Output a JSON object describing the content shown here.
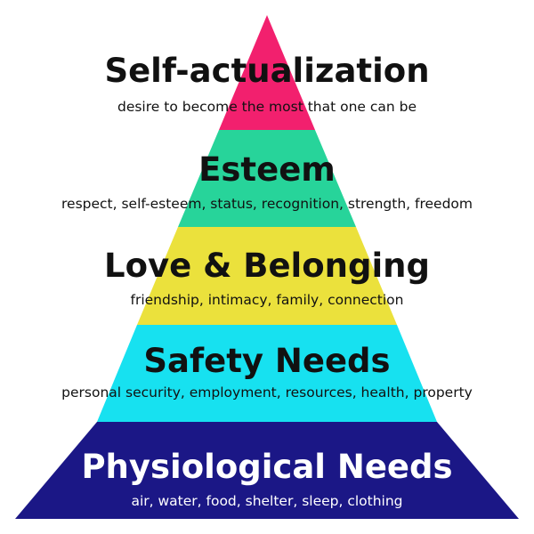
{
  "levels": [
    {
      "title": "Self-actualization",
      "description": "desire to become the most that one can be",
      "color": "#f2206e",
      "text_color": "#111111"
    },
    {
      "title": "Esteem",
      "description": "respect, self-esteem, status, recognition, strength, freedom",
      "color": "#27d49a",
      "text_color": "#111111"
    },
    {
      "title": "Love & Belonging",
      "description": "friendship, intimacy, family, connection",
      "color": "#ebe13c",
      "text_color": "#111111"
    },
    {
      "title": "Safety Needs",
      "description": "personal security, employment, resources, health, property",
      "color": "#17e1f0",
      "text_color": "#111111"
    },
    {
      "title": "Physiological Needs",
      "description": "air, water, food, shelter, sleep, clothing",
      "color": "#1b1786",
      "text_color": "#ffffff"
    }
  ]
}
